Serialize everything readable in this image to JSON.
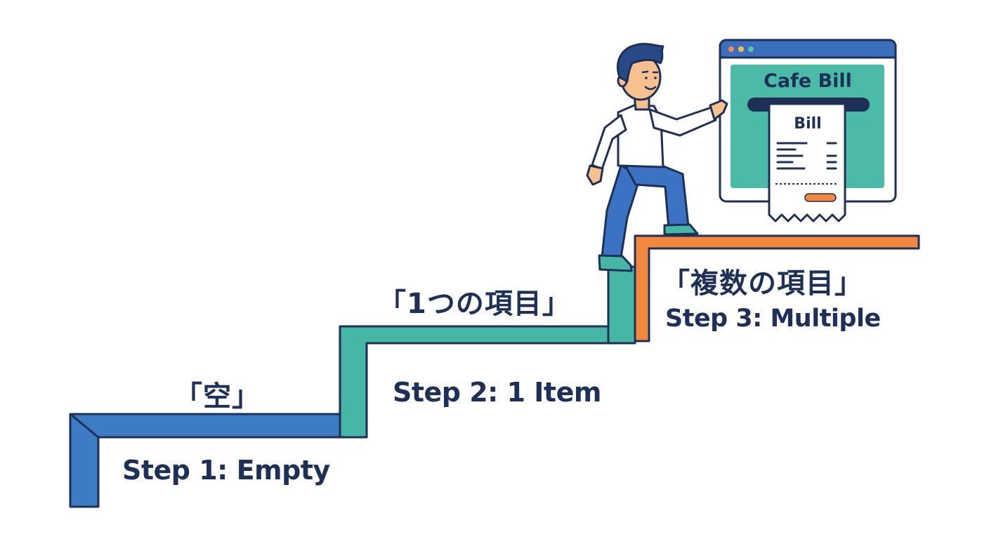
{
  "steps": [
    {
      "jp_label": "「空」",
      "en_label": "Step 1: Empty",
      "color": "#3b7cc4"
    },
    {
      "jp_label": "「1つの項目」",
      "en_label": "Step 2: 1 Item",
      "color": "#46b7a4"
    },
    {
      "jp_label": "「複数の項目」",
      "en_label": "Step 3: Multiple",
      "color": "#f2873f"
    }
  ],
  "bill_window": {
    "title": "Cafe Bill",
    "receipt_heading": "Bill"
  },
  "colors": {
    "outline": "#1e3058",
    "step_blue": "#3b7cc4",
    "step_teal": "#46b7a4",
    "step_orange": "#f2873f",
    "window_teal": "#4bbba8",
    "skin": "#f6c08f",
    "hair": "#274a86",
    "pants": "#3b72c3"
  }
}
